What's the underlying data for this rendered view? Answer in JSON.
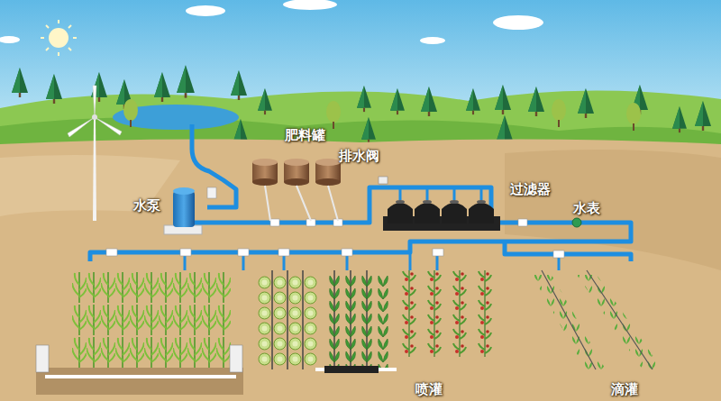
{
  "diagram": {
    "labels": [
      "肥料罐",
      "排水阀",
      "过滤器",
      "水表",
      "水泵",
      "喷灌",
      "滴灌"
    ]
  }
}
